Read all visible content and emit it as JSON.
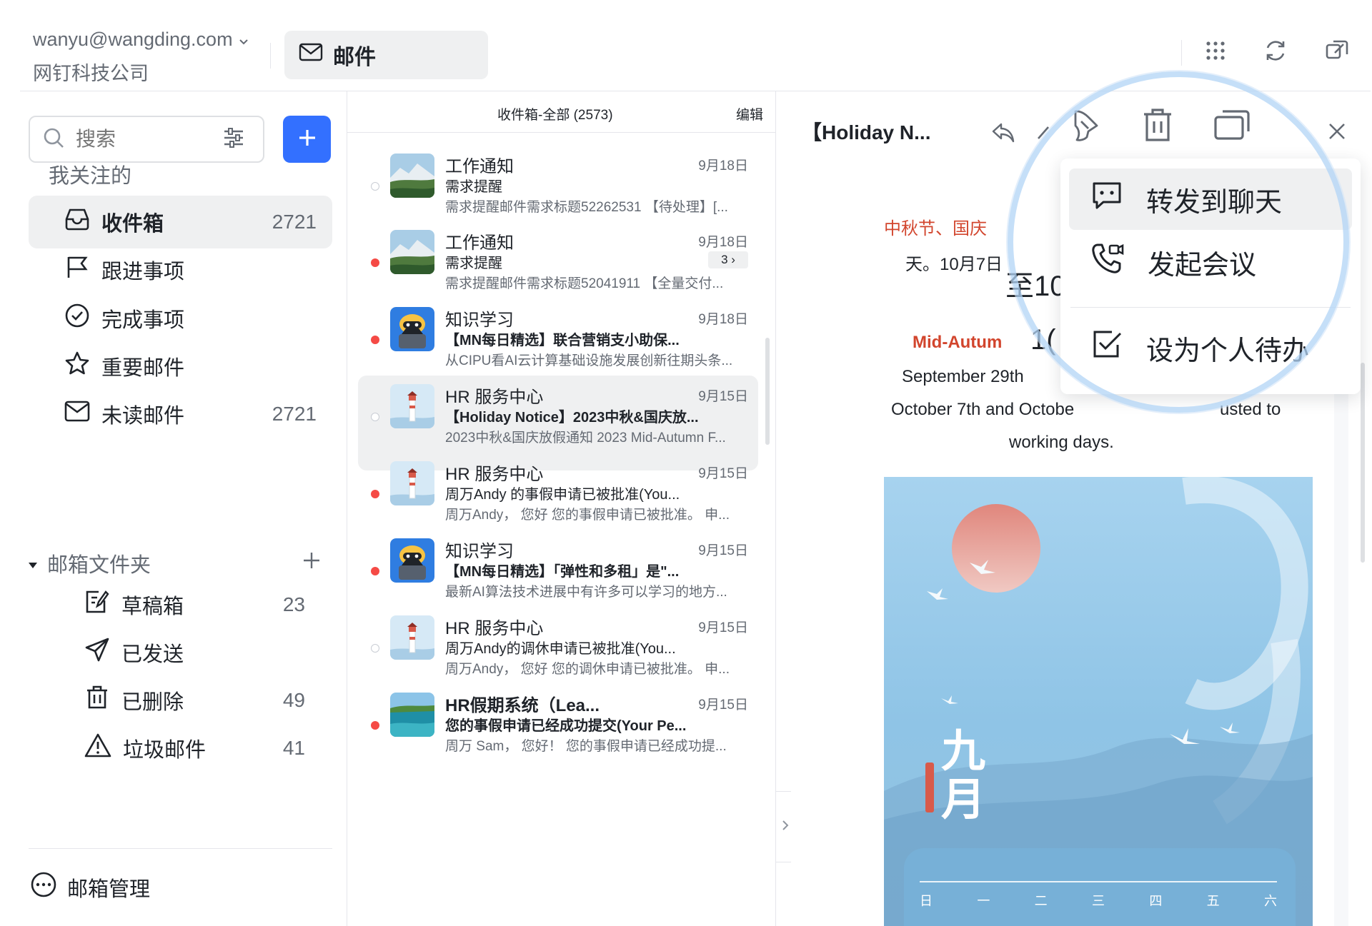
{
  "header": {
    "account_email": "wanyu@wangding.com",
    "account_org": "网钉科技公司",
    "app_tab_label": "邮件",
    "icons": [
      "apps-grid-icon",
      "sync-icon",
      "new-window-icon"
    ]
  },
  "sidebar": {
    "search_placeholder": "搜索",
    "followed_label": "我关注的",
    "items": [
      {
        "label": "收件箱",
        "count": "2721",
        "icon": "inbox-icon",
        "active": true
      },
      {
        "label": "跟进事项",
        "count": "",
        "icon": "flag-icon"
      },
      {
        "label": "完成事项",
        "count": "",
        "icon": "check-circle-icon"
      },
      {
        "label": "重要邮件",
        "count": "",
        "icon": "star-icon"
      },
      {
        "label": "未读邮件",
        "count": "2721",
        "icon": "mail-icon"
      }
    ],
    "folders_label": "邮箱文件夹",
    "folders": [
      {
        "label": "草稿箱",
        "count": "23",
        "icon": "draft-icon"
      },
      {
        "label": "已发送",
        "count": "",
        "icon": "send-icon"
      },
      {
        "label": "已删除",
        "count": "49",
        "icon": "trash-icon"
      },
      {
        "label": "垃圾邮件",
        "count": "41",
        "icon": "warning-icon"
      }
    ],
    "manage_label": "邮箱管理"
  },
  "list": {
    "title": "收件箱-全部 (2573)",
    "edit_label": "编辑",
    "mails": [
      {
        "sender": "工作通知",
        "date": "9月18日",
        "subject": "需求提醒",
        "preview": "需求提醒邮件需求标题52262531 【待处理】[...",
        "unread": false,
        "avatar": "mountain"
      },
      {
        "sender": "工作通知",
        "date": "9月18日",
        "subject": "需求提醒",
        "preview": "需求提醒邮件需求标题52041911 【全量交付...",
        "unread": true,
        "avatar": "mountain",
        "thread": "3 ›"
      },
      {
        "sender": "知识学习",
        "date": "9月18日",
        "subject": "【MN每日精选】联合营销支小助保...",
        "preview": "从CIPU看AI云计算基础设施发展创新往期头条...",
        "unread": true,
        "avatar": "robot"
      },
      {
        "sender": "HR 服务中心",
        "date": "9月15日",
        "subject": "【Holiday Notice】2023中秋&国庆放...",
        "preview": "2023中秋&国庆放假通知 2023 Mid-Autumn F...",
        "unread": false,
        "avatar": "lighthouse",
        "selected": true
      },
      {
        "sender": "HR 服务中心",
        "date": "9月15日",
        "subject": "周万Andy 的事假申请已被批准(You...",
        "preview": "周万Andy， 您好 您的事假申请已被批准。 申...",
        "unread": true,
        "avatar": "lighthouse"
      },
      {
        "sender": "知识学习",
        "date": "9月15日",
        "subject": "【MN每日精选】「弹性和多租」是\"...",
        "preview": "最新AI算法技术进展中有许多可以学习的地方...",
        "unread": true,
        "avatar": "robot"
      },
      {
        "sender": "HR 服务中心",
        "date": "9月15日",
        "subject": "周万Andy的调休申请已被批准(You...",
        "preview": "周万Andy， 您好 您的调休申请已被批准。 申...",
        "unread": false,
        "avatar": "lighthouse"
      },
      {
        "sender": "HR假期系统（Lea...",
        "date": "9月15日",
        "subject": "您的事假申请已经成功提交(Your Pe...",
        "preview": "周万 Sam， 您好！ 您的事假申请已经成功提...",
        "unread": true,
        "avatar": "sea",
        "bold": true
      }
    ]
  },
  "reader": {
    "title": "【Holiday N...",
    "toolbar_icons": [
      "reply-icon",
      "reply-all-icon",
      "forward-icon",
      "delete-icon",
      "open-window-icon",
      "close-icon"
    ],
    "body": {
      "cn_red": "中秋节、国庆",
      "cn_line2": "天。10月7日",
      "cn_big": "至10",
      "en_red": "Mid-Autum",
      "en_big": "1(",
      "en_line1": "September 29th",
      "en_line2_left": "October 7th and Octobe",
      "en_line2_right": "usted to",
      "en_line3": "working days."
    },
    "poster": {
      "title_line1": "九",
      "title_line2": "月",
      "weekdays": [
        "日",
        "一",
        "二",
        "三",
        "四",
        "五",
        "六"
      ]
    }
  },
  "context_menu": {
    "items": [
      {
        "label": "转发到聊天",
        "icon": "chat-forward-icon"
      },
      {
        "label": "发起会议",
        "icon": "video-call-icon"
      },
      {
        "label": "设为个人待办",
        "icon": "todo-check-icon"
      }
    ]
  },
  "colors": {
    "accent": "#3370ff",
    "unread_dot": "#f54a45",
    "highlight_red": "#d2452d",
    "selected_bg": "#eff0f1"
  }
}
